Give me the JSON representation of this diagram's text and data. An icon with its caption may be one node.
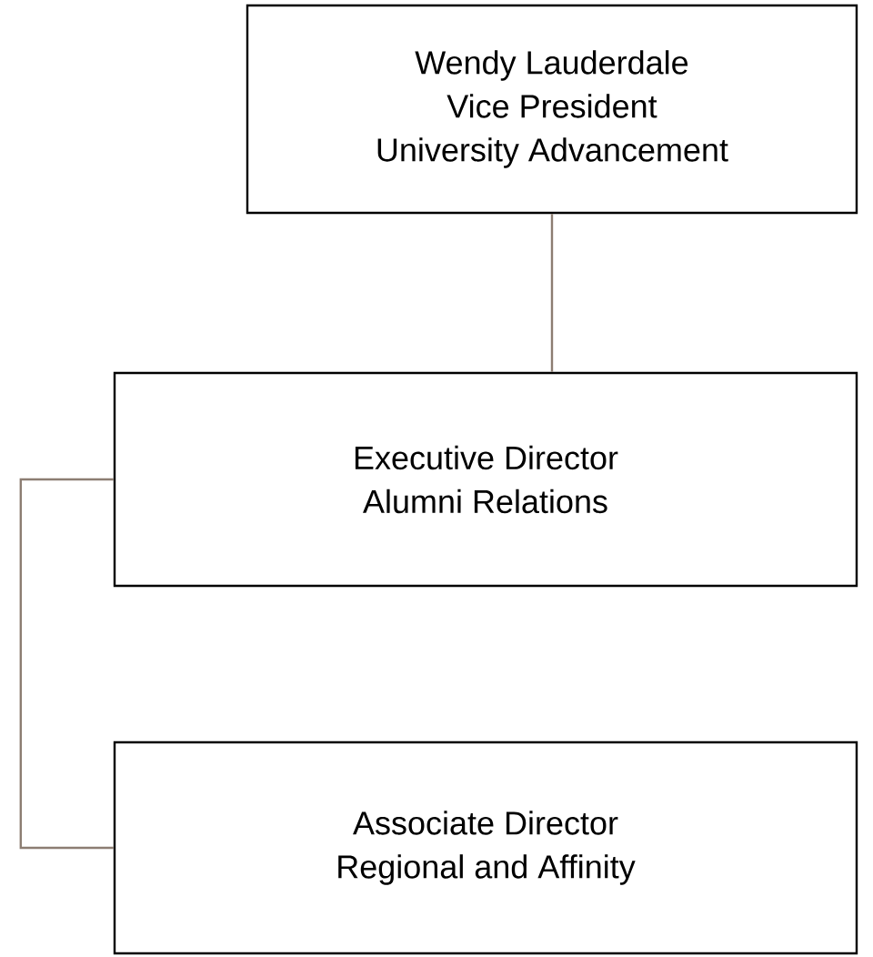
{
  "diagram": {
    "nodes": [
      {
        "text": [
          "Wendy Lauderdale",
          "Vice President",
          "University Advancement"
        ]
      },
      {
        "text": [
          "Executive Director",
          "Alumni Relations"
        ]
      },
      {
        "text": [
          "Associate Director",
          "Regional and Affinity"
        ]
      }
    ],
    "edges": [
      {
        "from": 0,
        "to": 1,
        "arrow": "none"
      },
      {
        "from": 1,
        "to": 2,
        "arrow": "none"
      }
    ]
  }
}
